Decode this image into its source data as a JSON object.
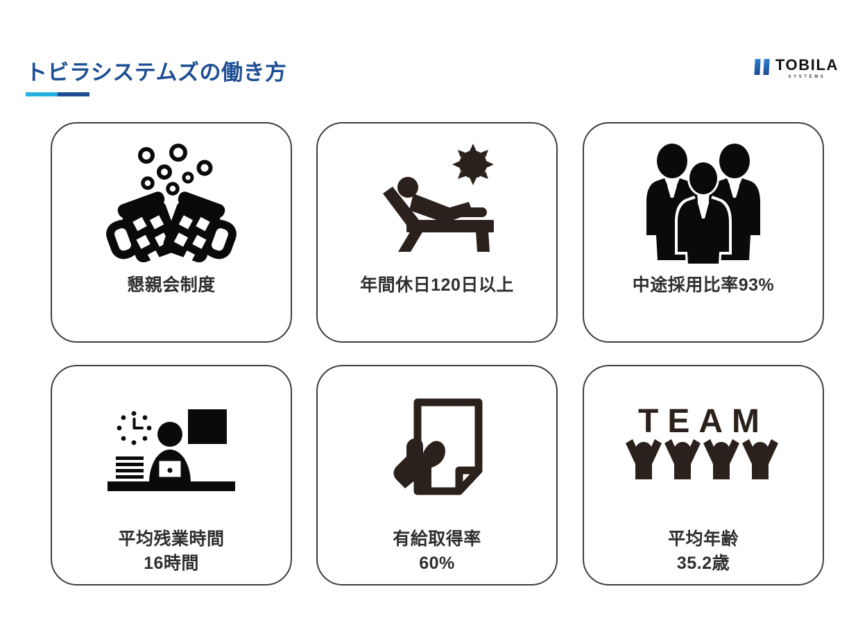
{
  "header": {
    "title": "トビラシステムズの働き方",
    "rule_color_left": "#23b0dc",
    "rule_color_right": "#1d4e93",
    "title_color": "#1d4e93"
  },
  "logo": {
    "word": "TOBILA",
    "sub": "SYSTEMS",
    "bar_color": "#1b4a8f"
  },
  "cards": [
    {
      "icon": "beer-cheers-icon",
      "label_line1": "懇親会制度",
      "label_line2": ""
    },
    {
      "icon": "beach-lounger-sun-icon",
      "label_line1": "年間休日120日以上",
      "label_line2": ""
    },
    {
      "icon": "three-businesspeople-icon",
      "label_line1": "中途採用比率93%",
      "label_line2": ""
    },
    {
      "icon": "night-desk-work-icon",
      "label_line1": "平均残業時間",
      "label_line2": "16時間"
    },
    {
      "icon": "hand-holding-document-icon",
      "label_line1": "有給取得率",
      "label_line2": "60%"
    },
    {
      "icon": "team-cheering-people-icon",
      "label_line1": "平均年齢",
      "label_line2": "35.2歳"
    }
  ],
  "icon_text": {
    "team_word": "TEAM"
  },
  "colors": {
    "card_border": "#3c3c3c",
    "card_label": "#2e2e2e",
    "icon_black": "#0a0a0a",
    "icon_brown": "#2b211c",
    "background": "#ffffff"
  }
}
